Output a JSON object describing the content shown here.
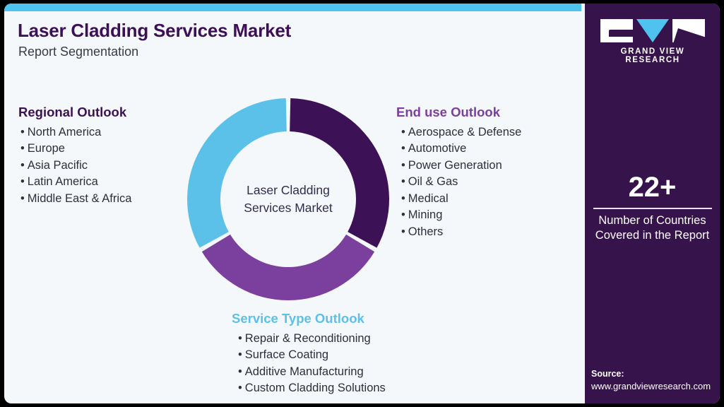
{
  "header": {
    "title": "Laser Cladding Services Market",
    "subtitle": "Report Segmentation"
  },
  "donut": {
    "center_line1": "Laser Cladding",
    "center_line2": "Services Market",
    "segments": [
      {
        "name": "Regional Outlook",
        "color": "#3d1155",
        "share": 33.3
      },
      {
        "name": "End use Outlook",
        "color": "#7b3f9d",
        "share": 33.3
      },
      {
        "name": "Service Type Outlook",
        "color": "#5cc1e8",
        "share": 33.3
      }
    ]
  },
  "regional_outlook": {
    "heading": "Regional Outlook",
    "items": [
      "North America",
      "Europe",
      "Asia Pacific",
      "Latin America",
      "Middle East & Africa"
    ]
  },
  "enduse_outlook": {
    "heading": "End use Outlook",
    "items": [
      "Aerospace & Defense",
      "Automotive",
      "Power Generation",
      "Oil & Gas",
      "Medical",
      "Mining",
      "Others"
    ]
  },
  "service_outlook": {
    "heading": "Service Type Outlook",
    "items": [
      "Repair & Reconditioning",
      "Surface Coating",
      "Additive Manufacturing",
      "Custom Cladding Solutions"
    ]
  },
  "side_panel": {
    "logo_wordmark": "GRAND VIEW RESEARCH",
    "stat_value": "22+",
    "stat_label_line1": "Number of Countries",
    "stat_label_line2": "Covered in the Report",
    "source_title": "Source:",
    "source_url": "www.grandviewresearch.com"
  },
  "colors": {
    "background": "#f4f8fb",
    "accent_cyan": "#4ec3f0",
    "panel_purple": "#37134c",
    "dark_purple": "#3d1155",
    "mid_purple": "#7b3f9d",
    "light_blue": "#5cc1e8"
  },
  "bullet_glyph": "•"
}
